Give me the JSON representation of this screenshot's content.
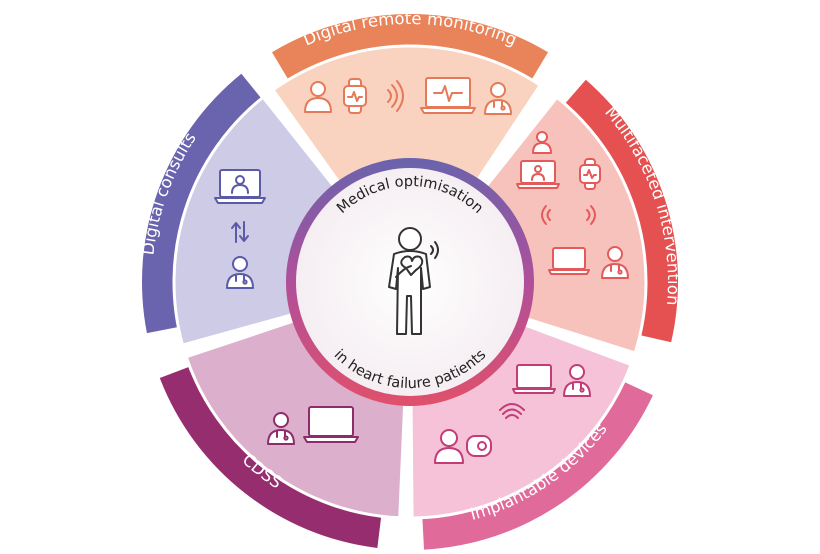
{
  "center": {
    "top_text": "Medical optimisation",
    "bottom_text": "in heart failure patients"
  },
  "segments": [
    {
      "key": "monitoring",
      "label": "Digital remote monitoring",
      "band_color": "#e9835a",
      "panel_color": "#f9d2c0",
      "icon_color": "#e47a57"
    },
    {
      "key": "multifaceted",
      "label": "Multifaceted intervention",
      "band_color": "#e55050",
      "panel_color": "#f8c2bc",
      "icon_color": "#e45a5a"
    },
    {
      "key": "implantable",
      "label": "Implantable devices",
      "band_color": "#e06a9a",
      "panel_color": "#f5c2d8",
      "icon_color": "#c23d77"
    },
    {
      "key": "cdss",
      "label": "CDSS",
      "band_color": "#962d6e",
      "panel_color": "#dcb0cc",
      "icon_color": "#8e2c6a"
    },
    {
      "key": "consults",
      "label": "Digital consults",
      "band_color": "#6a63ad",
      "panel_color": "#cdcbe6",
      "icon_color": "#5b5aa8"
    }
  ]
}
